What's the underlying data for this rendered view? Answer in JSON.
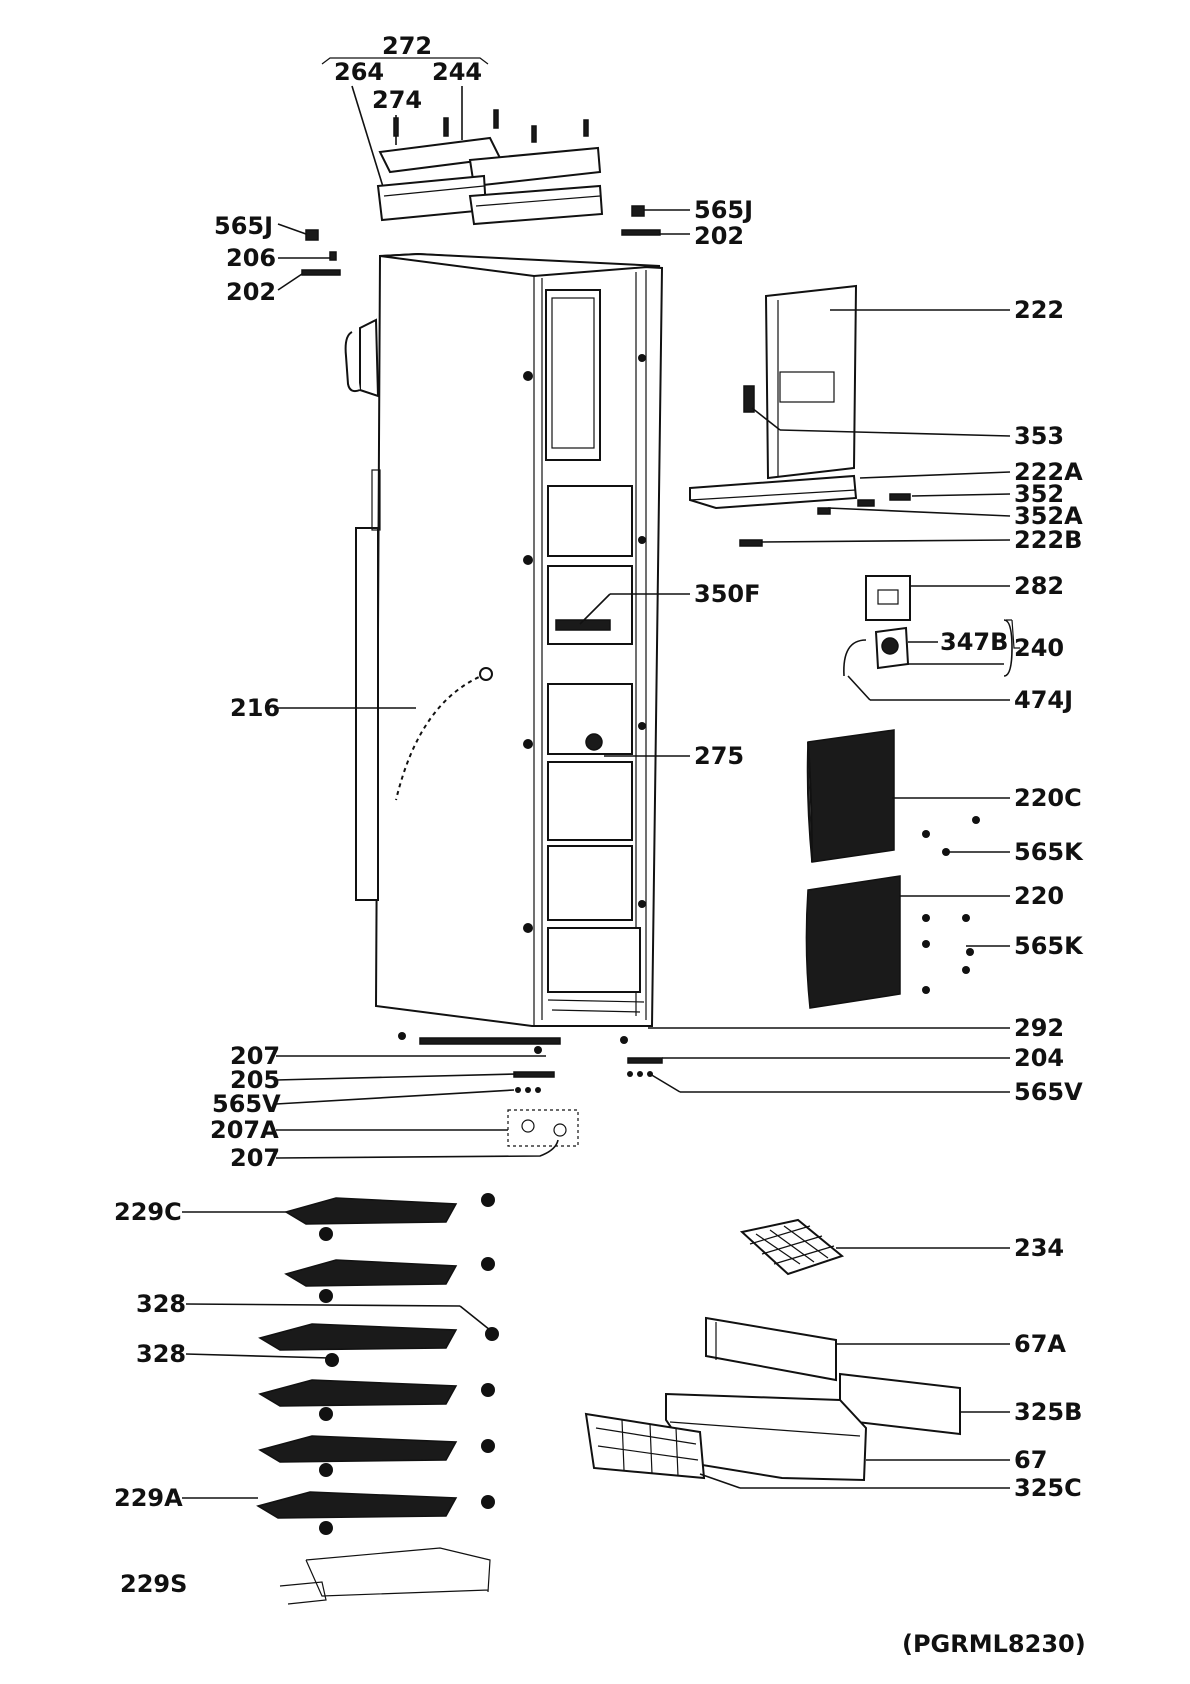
{
  "diagram": {
    "labels": [
      {
        "id": "272",
        "text": "272"
      },
      {
        "id": "264",
        "text": "264"
      },
      {
        "id": "244",
        "text": "244"
      },
      {
        "id": "274",
        "text": "274"
      },
      {
        "id": "565J-left",
        "text": "565J"
      },
      {
        "id": "565J-right",
        "text": "565J"
      },
      {
        "id": "206",
        "text": "206"
      },
      {
        "id": "202-left",
        "text": "202"
      },
      {
        "id": "202-right",
        "text": "202"
      },
      {
        "id": "222",
        "text": "222"
      },
      {
        "id": "353",
        "text": "353"
      },
      {
        "id": "222A",
        "text": "222A"
      },
      {
        "id": "352",
        "text": "352"
      },
      {
        "id": "352A",
        "text": "352A"
      },
      {
        "id": "222B",
        "text": "222B"
      },
      {
        "id": "282",
        "text": "282"
      },
      {
        "id": "350F",
        "text": "350F"
      },
      {
        "id": "347B",
        "text": "347B"
      },
      {
        "id": "240",
        "text": "240"
      },
      {
        "id": "474J",
        "text": "474J"
      },
      {
        "id": "216",
        "text": "216"
      },
      {
        "id": "275",
        "text": "275"
      },
      {
        "id": "220C",
        "text": "220C"
      },
      {
        "id": "565K-1",
        "text": "565K"
      },
      {
        "id": "220",
        "text": "220"
      },
      {
        "id": "565K-2",
        "text": "565K"
      },
      {
        "id": "292",
        "text": "292"
      },
      {
        "id": "207-top",
        "text": "207"
      },
      {
        "id": "204",
        "text": "204"
      },
      {
        "id": "205",
        "text": "205"
      },
      {
        "id": "565V-left",
        "text": "565V"
      },
      {
        "id": "565V-right",
        "text": "565V"
      },
      {
        "id": "207A",
        "text": "207A"
      },
      {
        "id": "207-bottom",
        "text": "207"
      },
      {
        "id": "229C",
        "text": "229C"
      },
      {
        "id": "234",
        "text": "234"
      },
      {
        "id": "328-1",
        "text": "328"
      },
      {
        "id": "328-2",
        "text": "328"
      },
      {
        "id": "67A",
        "text": "67A"
      },
      {
        "id": "325B",
        "text": "325B"
      },
      {
        "id": "67",
        "text": "67"
      },
      {
        "id": "229A",
        "text": "229A"
      },
      {
        "id": "325C",
        "text": "325C"
      },
      {
        "id": "229S",
        "text": "229S"
      }
    ],
    "model_code": "(PGRML8230)"
  }
}
